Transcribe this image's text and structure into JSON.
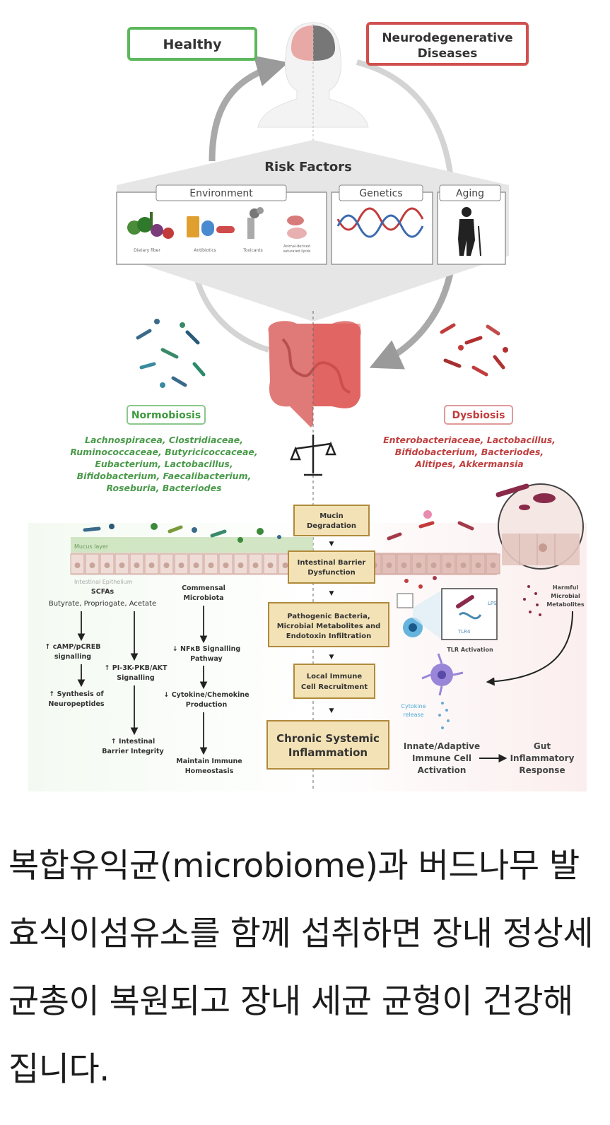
{
  "figure": {
    "healthy_label": "Healthy",
    "disease_label_line1": "Neurodegenerative",
    "disease_label_line2": "Diseases",
    "risk_factors": {
      "title": "Risk Factors",
      "environment": "Environment",
      "genetics": "Genetics",
      "aging": "Aging",
      "env_items": [
        "Dietary fiber",
        "Antibiotics",
        "Toxicants",
        "Animal-derived",
        "saturated lipids"
      ]
    },
    "normobiosis": {
      "label": "Normobiosis",
      "taxa": [
        "Lachnospiracea, Clostridiaceae,",
        "Ruminococcaceae, Butyricicoccaceae,",
        "Eubacterium, Lactobacillus,",
        "Bifidobacterium, Faecalibacterium,",
        "Roseburia, Bacteriodes"
      ]
    },
    "dysbiosis": {
      "label": "Dysbiosis",
      "taxa": [
        "Enterobacteriaceae, Lactobacillus,",
        "Bifidobacterium, Bacteriodes,",
        "Alitipes, Akkermansia"
      ]
    },
    "mucus_layer": "Mucus layer",
    "epithelium": "Intestinal Epithelium",
    "cascade": [
      [
        "Mucin",
        "Degradation"
      ],
      [
        "Intestinal Barrier",
        "Dysfunction"
      ],
      [
        "Pathogenic Bacteria,",
        "Microbial Metabolites and",
        "Endotoxin Infiltration"
      ],
      [
        "Local Immune",
        "Cell Recruitment"
      ],
      [
        "Chronic Systemic",
        "Inflammation"
      ]
    ],
    "left_pathways": {
      "scfa_title": "SCFAs",
      "scfa_sub": "Butyrate, Propriogate, Acetate",
      "commensal_line1": "Commensal",
      "commensal_line2": "Microbiota",
      "camp_line1": "↑ cAMP/pCREB",
      "camp_line2": "signalling",
      "pi3k_line1": "↑ PI-3K-PKB/AKT",
      "pi3k_line2": "Signalling",
      "neuro_line1": "↑ Synthesis of",
      "neuro_line2": "Neuropeptides",
      "barrier_line1": "↑ Intestinal",
      "barrier_line2": "Barrier Integrity",
      "nfkb_line1": "↓ NFκB Signalling",
      "nfkb_line2": "Pathway",
      "cytokine_line1": "↓ Cytokine/Chemokine",
      "cytokine_line2": "Production",
      "immune_line1": "Maintain Immune",
      "immune_line2": "Homeostasis"
    },
    "right_pathways": {
      "harmful_line1": "Harmful",
      "harmful_line2": "Microbial",
      "harmful_line3": "Metabolites",
      "lps": "LPS",
      "tlr4": "TLR4",
      "tlr_activation": "TLR Activation",
      "cytokine_line1": "Cytokine",
      "cytokine_line2": "release",
      "innate_line1": "Innate/Adaptive",
      "innate_line2": "Immune Cell",
      "innate_line3": "Activation",
      "gut_line1": "Gut",
      "gut_line2": "Inflammatory",
      "gut_line3": "Response"
    },
    "colors": {
      "healthy_green": "#5cb85c",
      "disease_red": "#d05050",
      "normo_text": "#3e9a3e",
      "dysbio_text": "#c23b3b",
      "cascade_fill": "#f3e2b5",
      "cascade_border": "#b08a3c"
    }
  },
  "caption": "복합유익균(microbiome)과 버드나무 발효식이섬유소를 함께 섭취하면 장내 정상세균총이 복원되고 장내 세균 균형이 건강해집니다."
}
